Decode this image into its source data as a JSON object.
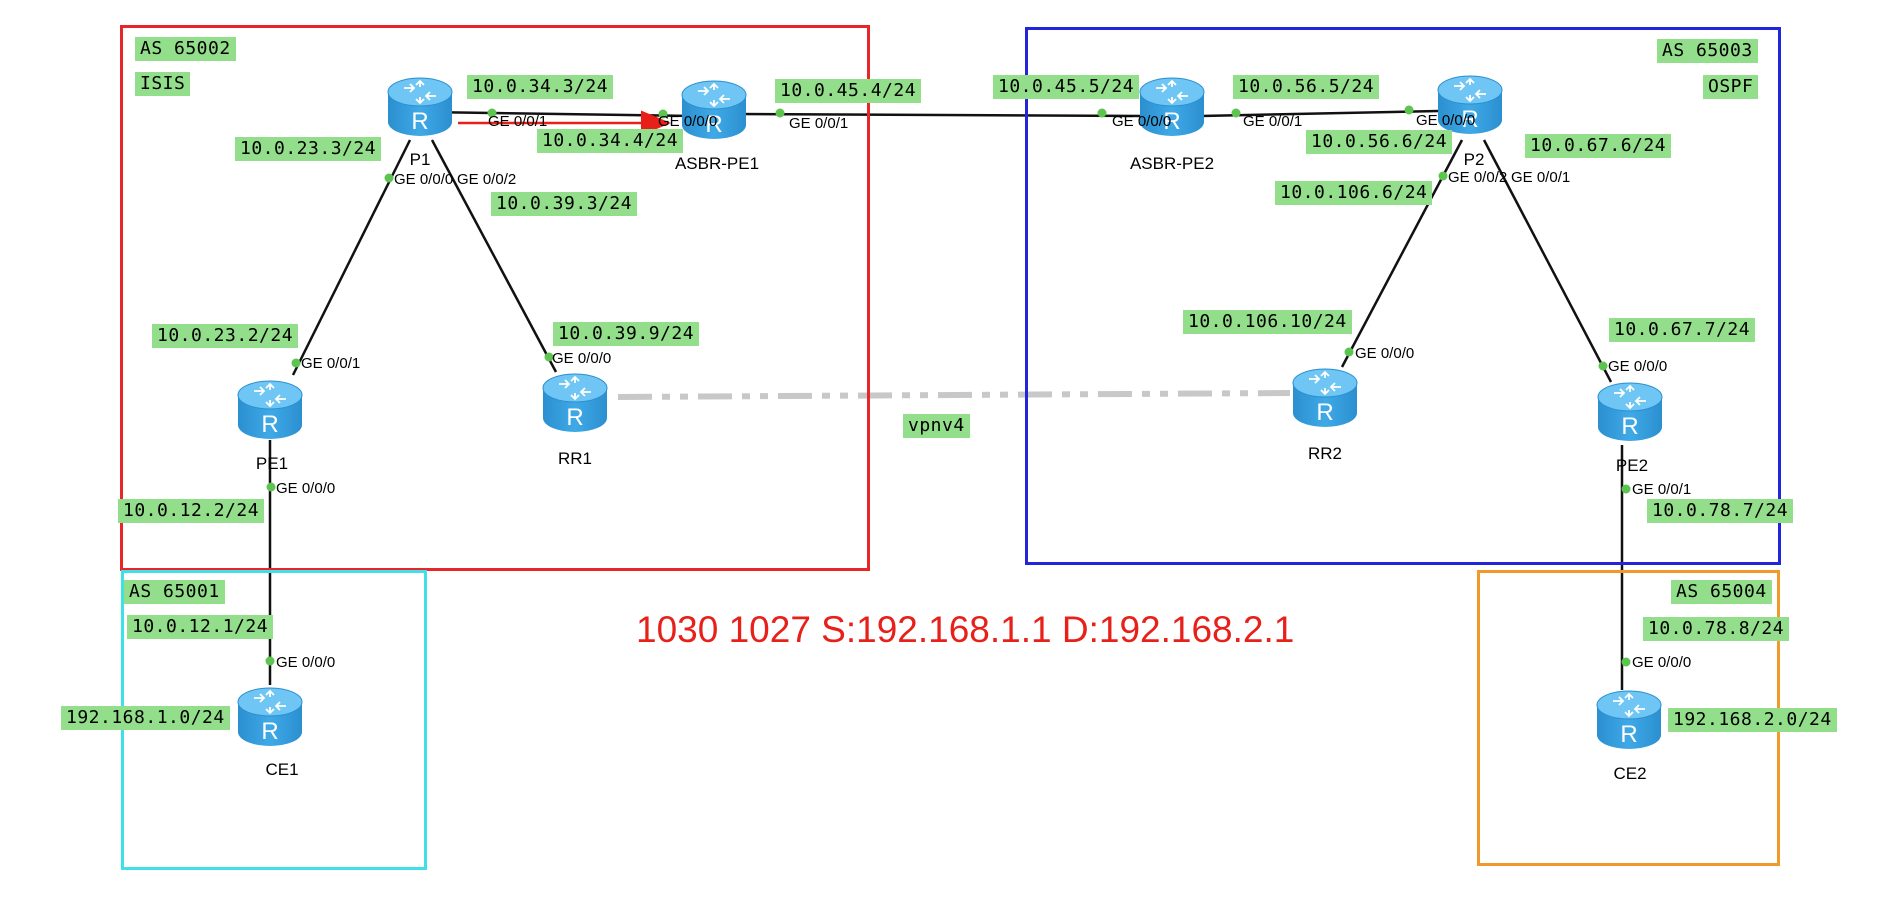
{
  "areas": {
    "as65002": {
      "as_label": "AS 65002",
      "proto_label": "ISIS",
      "color": "#e8262a"
    },
    "as65003": {
      "as_label": "AS 65003",
      "proto_label": "OSPF",
      "color": "#2424d8"
    },
    "as65001": {
      "as_label": "AS 65001",
      "color": "#3fe0e8"
    },
    "as65004": {
      "as_label": "AS 65004",
      "color": "#f2992c"
    }
  },
  "routers": {
    "p1": "P1",
    "asbr_pe1": "ASBR-PE1",
    "asbr_pe2": "ASBR-PE2",
    "p2": "P2",
    "pe1": "PE1",
    "rr1": "RR1",
    "rr2": "RR2",
    "pe2": "PE2",
    "ce1": "CE1",
    "ce2": "CE2"
  },
  "addresses": {
    "p1_asbr1_p1": "10.0.34.3/24",
    "p1_asbr1_asbr": "10.0.34.4/24",
    "asbr1_asbr2_a1": "10.0.45.4/24",
    "asbr1_asbr2_a2": "10.0.45.5/24",
    "asbr2_p2_a2": "10.0.56.5/24",
    "asbr2_p2_p2": "10.0.56.6/24",
    "p1_pe1_p1": "10.0.23.3/24",
    "p1_pe1_pe1": "10.0.23.2/24",
    "p1_rr1_p1": "10.0.39.3/24",
    "p1_rr1_rr1": "10.0.39.9/24",
    "p2_rr2_p2": "10.0.106.6/24",
    "p2_rr2_rr2": "10.0.106.10/24",
    "p2_pe2_p2": "10.0.67.6/24",
    "p2_pe2_pe2": "10.0.67.7/24",
    "pe1_ce1_pe1": "10.0.12.2/24",
    "pe1_ce1_ce1": "10.0.12.1/24",
    "pe2_ce2_pe2": "10.0.78.7/24",
    "pe2_ce2_ce2": "10.0.78.8/24",
    "ce1_lan": "192.168.1.0/24",
    "ce2_lan": "192.168.2.0/24"
  },
  "ports": {
    "p1_to_asbr1": "GE 0/0/1",
    "asbr1_to_p1": "GE 0/0/0",
    "asbr1_to_asbr2": "GE 0/0/1",
    "asbr2_to_asbr1": "GE 0/0/0",
    "asbr2_to_p2": "GE 0/0/1",
    "p2_to_asbr2": "GE 0/0/0",
    "p1_to_pe1": "GE 0/0/0",
    "p1_to_rr1": "GE 0/0/2",
    "pe1_to_p1": "GE 0/0/1",
    "rr1_to_p1": "GE 0/0/0",
    "p2_to_rr2": "GE 0/0/2",
    "p2_to_pe2": "GE 0/0/1",
    "rr2_to_p2": "GE 0/0/0",
    "pe2_to_p2": "GE 0/0/0",
    "pe1_to_ce1": "GE 0/0/0",
    "ce1_to_pe1": "GE 0/0/0",
    "pe2_to_ce2": "GE 0/0/1",
    "ce2_to_pe2": "GE 0/0/0"
  },
  "session_label": "vpnv4",
  "annotation": "1030 1027 S:192.168.1.1 D:192.168.2.1",
  "colors": {
    "router_fill": "#3fa9e6",
    "link": "#111111",
    "session": "#c8c8c8",
    "tag": "#93de8a",
    "annotation": "#e8201a",
    "port_dot": "#5cc44f"
  }
}
